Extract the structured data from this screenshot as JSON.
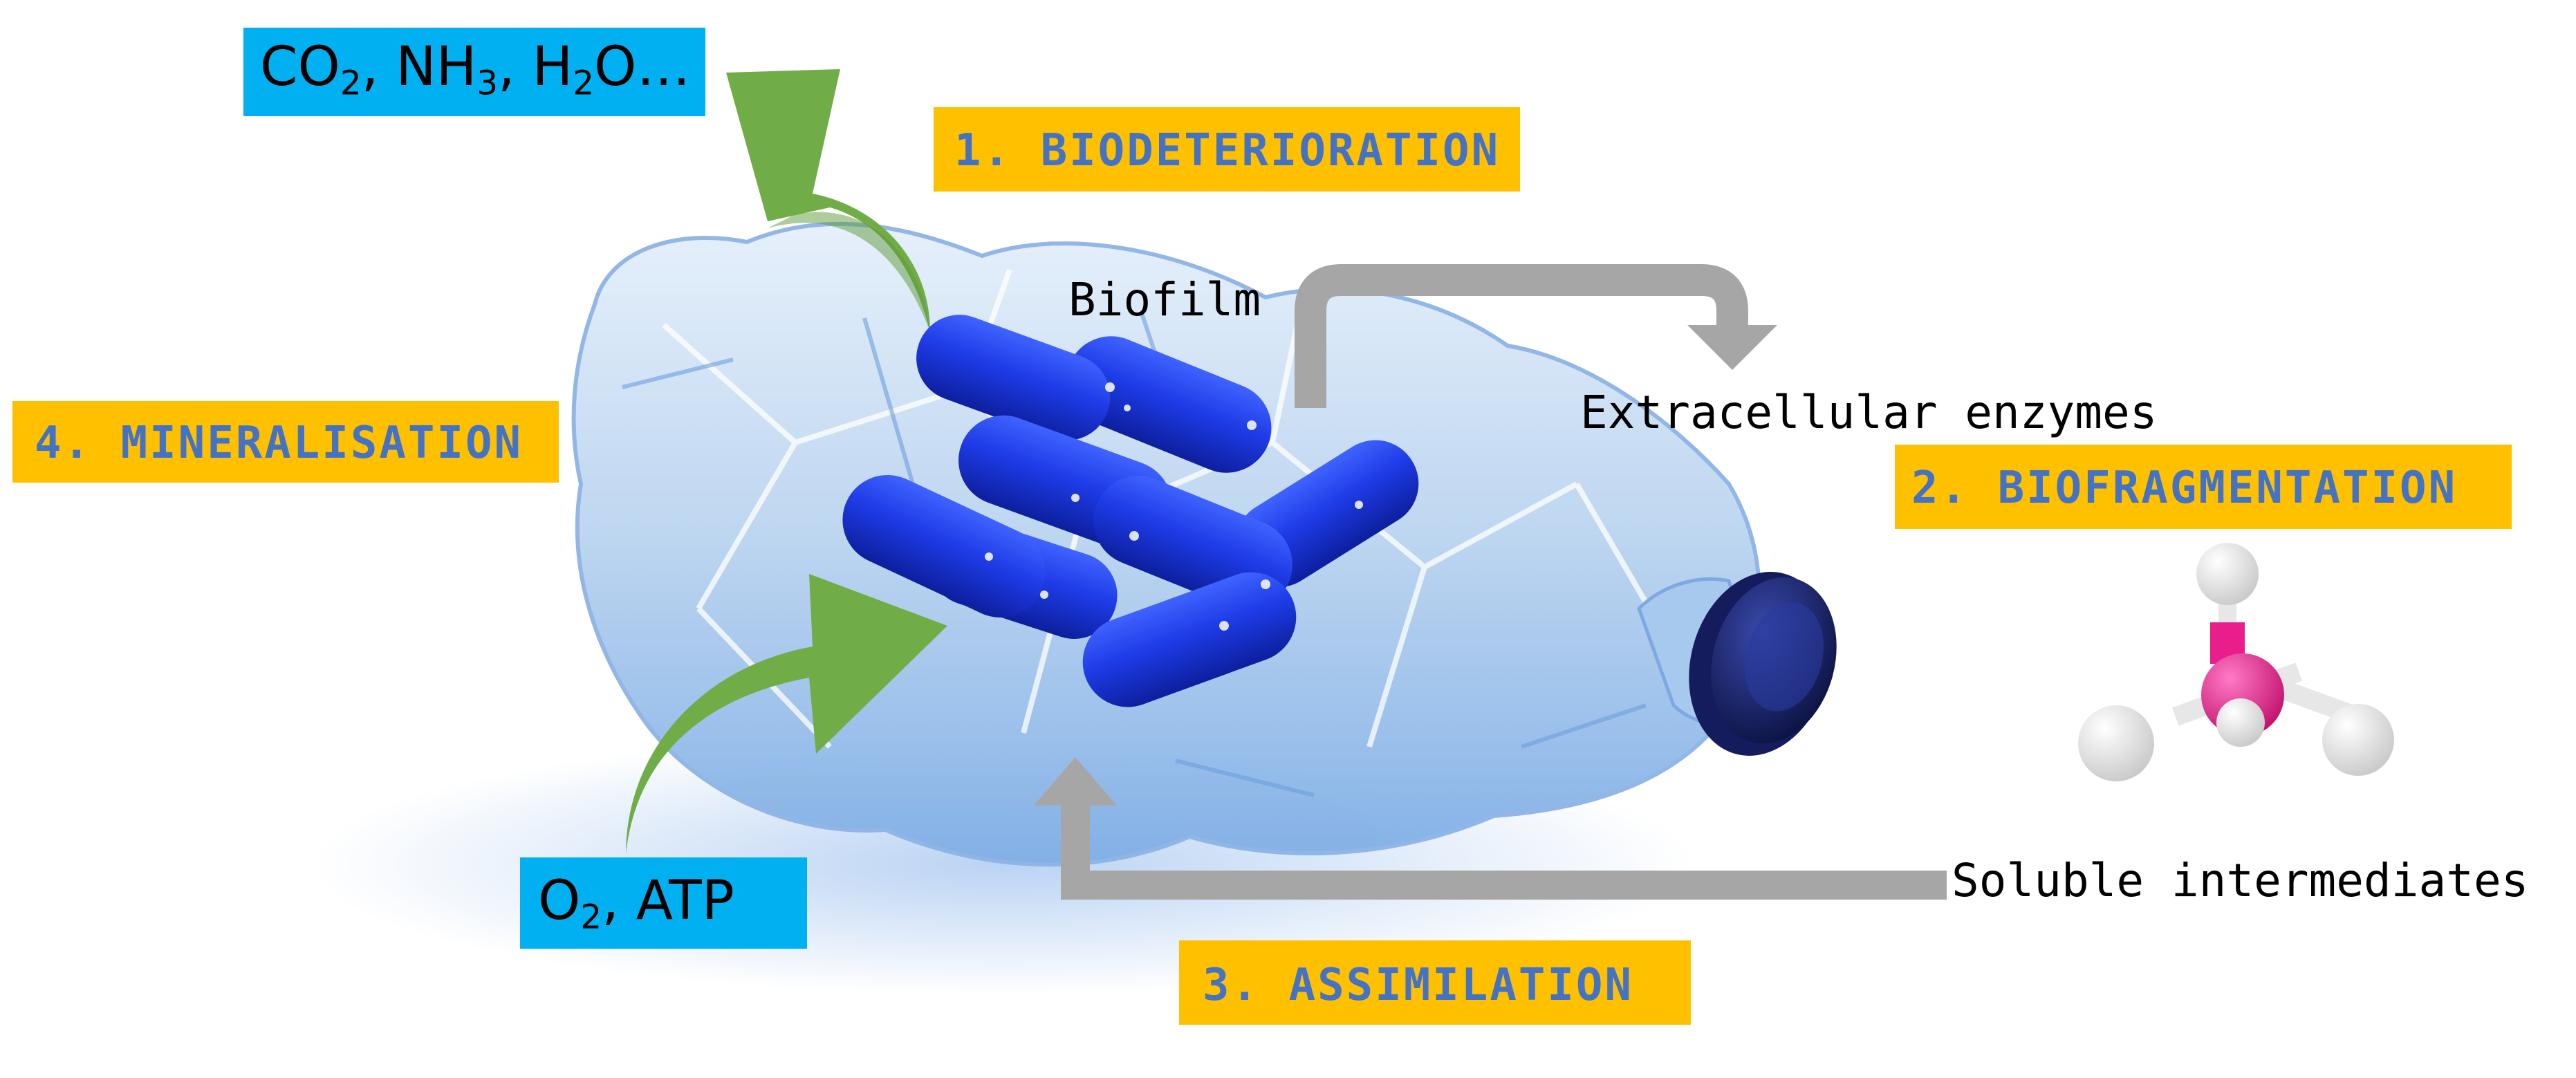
{
  "stages": {
    "biodeterioration": "1. BIODETERIORATION",
    "biofragmentation": "2. BIOFRAGMENTATION",
    "assimilation": "3. ASSIMILATION",
    "mineralisation": "4. MINERALISATION"
  },
  "labels": {
    "biofilm": "Biofilm",
    "extracellular_enzymes": "Extracellular enzymes",
    "soluble_intermediates": "Soluble intermediates"
  },
  "products": {
    "co2_base": "CO",
    "co2_sub": "2",
    "sep1": ", ",
    "nh3_base": "NH",
    "nh3_sub": "3",
    "sep2": ", ",
    "h2o_base": "H",
    "h2o_sub": "2",
    "h2o_tail": "O…"
  },
  "inputs": {
    "o2_base": "O",
    "o2_sub": "2",
    "tail": ", ATP"
  },
  "colors": {
    "stage_box": "#FFC000",
    "stage_text": "#4472C4",
    "chem_box": "#00B0F0",
    "green_arrow": "#70AD47",
    "gray_arrow": "#A6A6A6",
    "bacteria": "#1F3FE0",
    "bottle": "#BCD6F2",
    "cap": "#1A237E",
    "molecule_center": "#E91E8C"
  },
  "icons": {
    "bottle": "crushed-plastic-bottle-icon",
    "bacteria": "bacteria-biofilm-icon",
    "molecule": "tetrahedral-molecule-icon"
  }
}
